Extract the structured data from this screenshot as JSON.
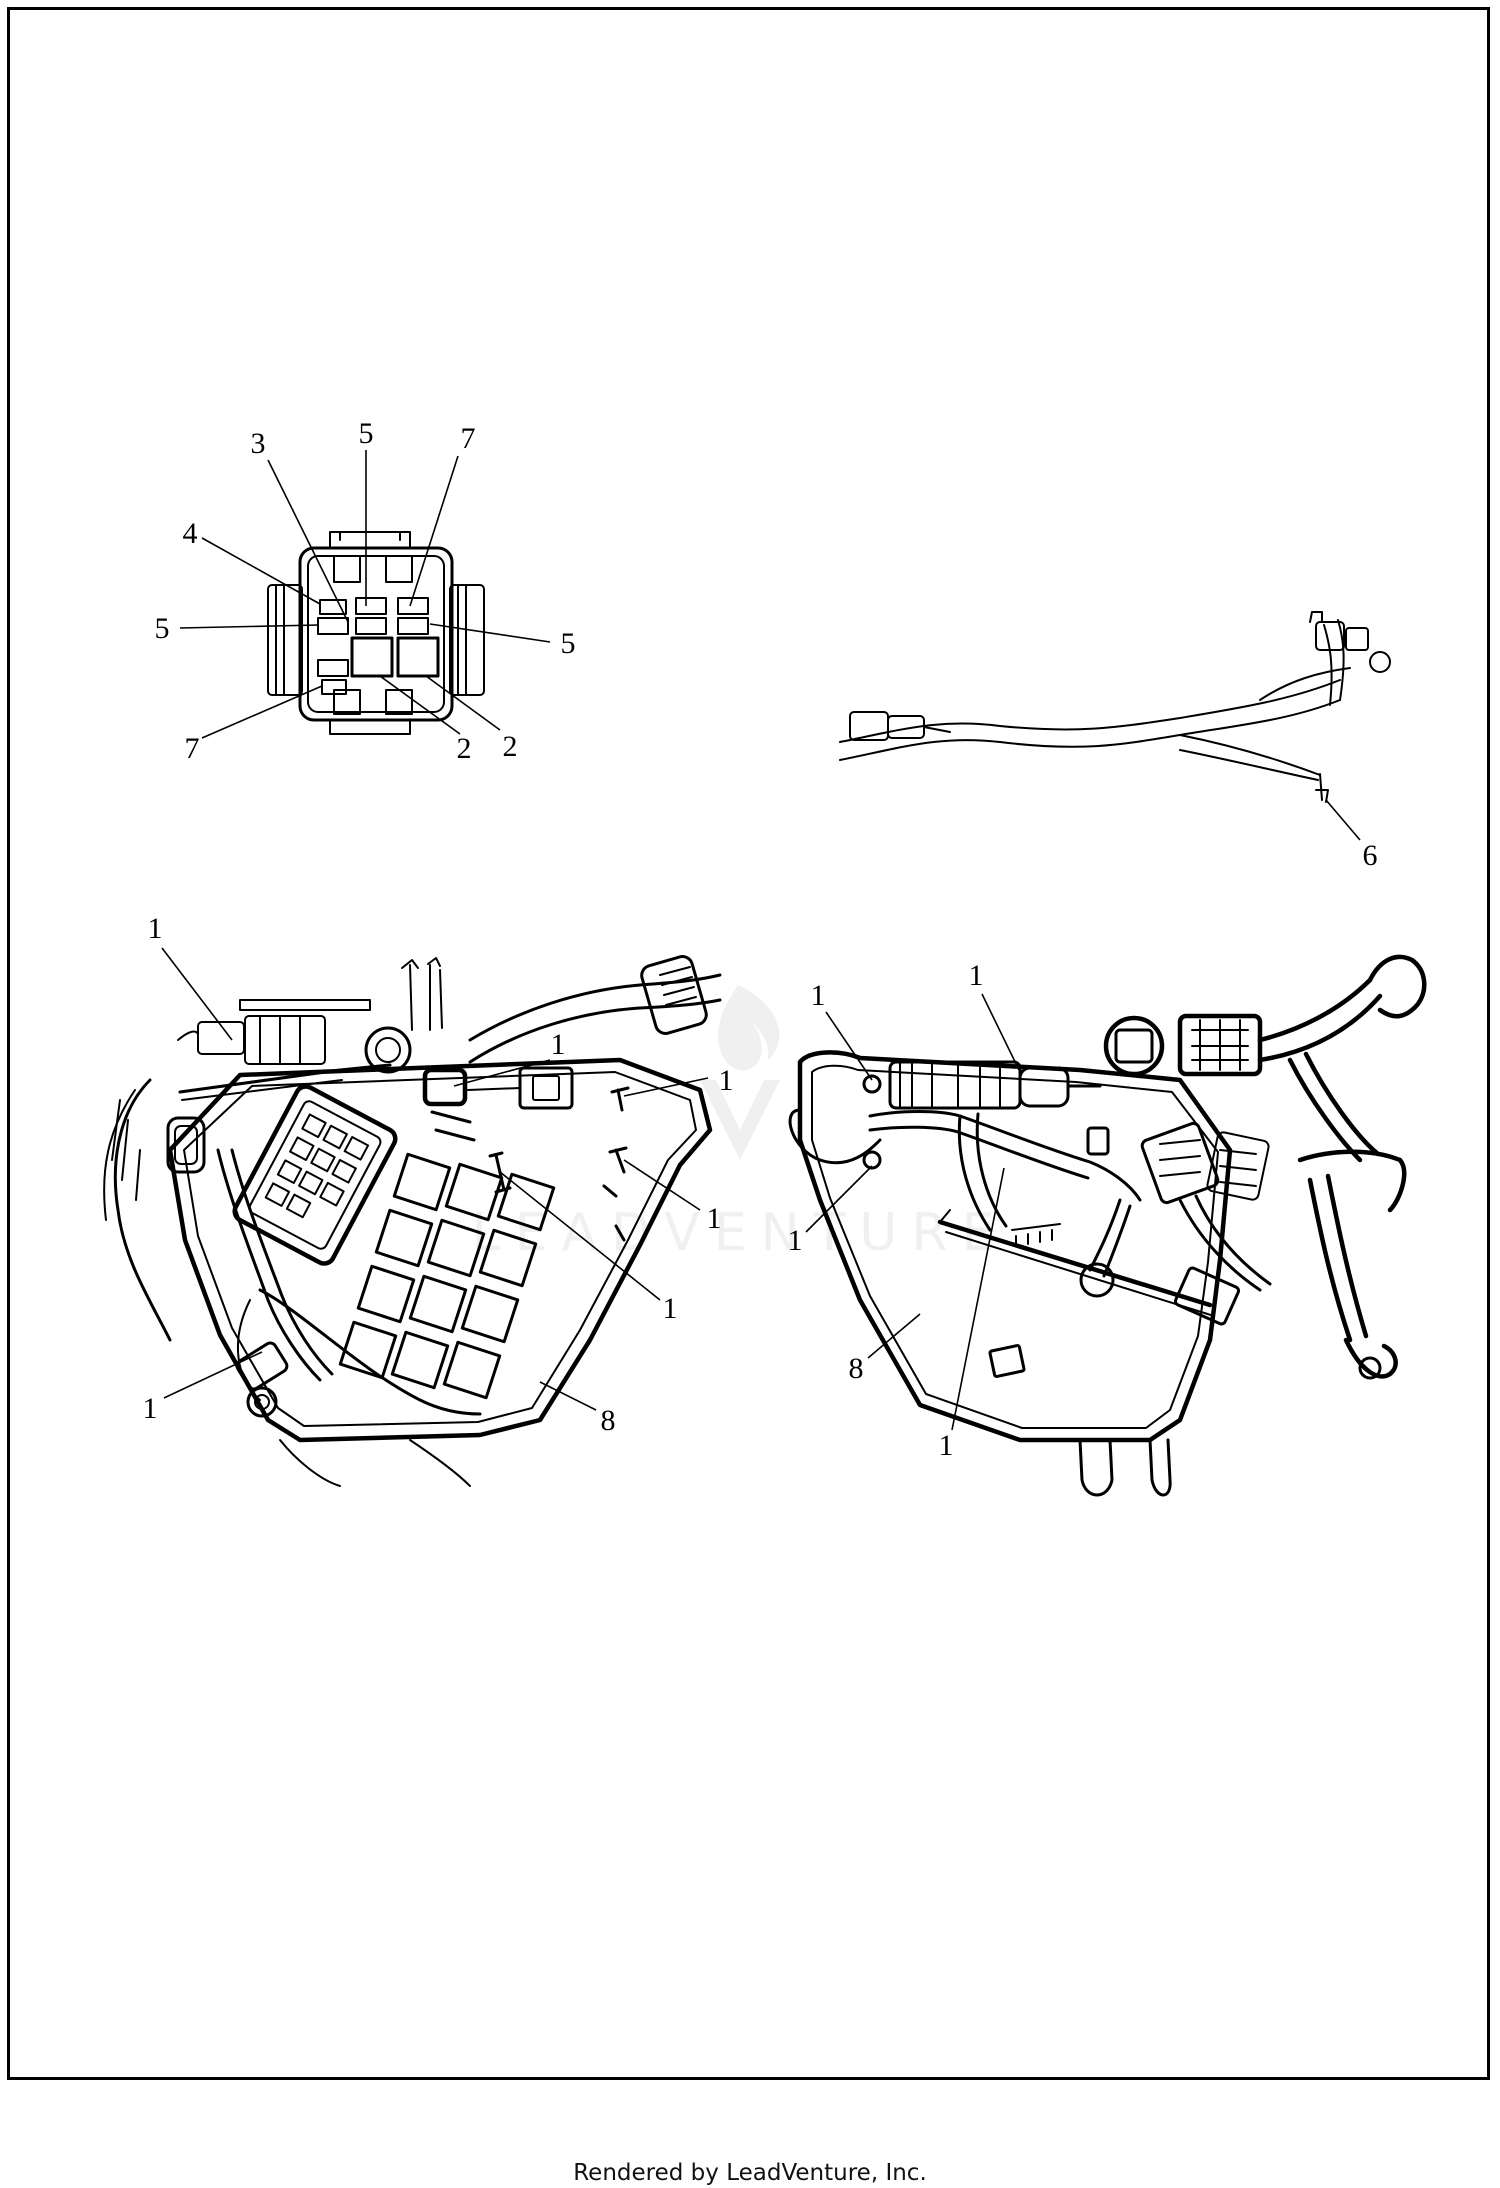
{
  "footer": {
    "credit": "Rendered by LeadVenture, Inc."
  },
  "watermark": {
    "text": "LEADVENTURE"
  },
  "callouts": {
    "fuse_block": {
      "c3": "3",
      "c5_top": "5",
      "c7_top": "7",
      "c4": "4",
      "c5_left": "5",
      "c5_right": "5",
      "c7_bottom": "7",
      "c2_a": "2",
      "c2_b": "2"
    },
    "harness": {
      "c6": "6"
    },
    "left_view": {
      "c1_a": "1",
      "c1_b": "1",
      "c1_c": "1",
      "c1_d": "1",
      "c1_e": "1",
      "c1_f": "1",
      "c8": "8"
    },
    "right_view": {
      "c1_a": "1",
      "c1_b": "1",
      "c1_c": "1",
      "c1_d": "1",
      "c8": "8"
    }
  }
}
